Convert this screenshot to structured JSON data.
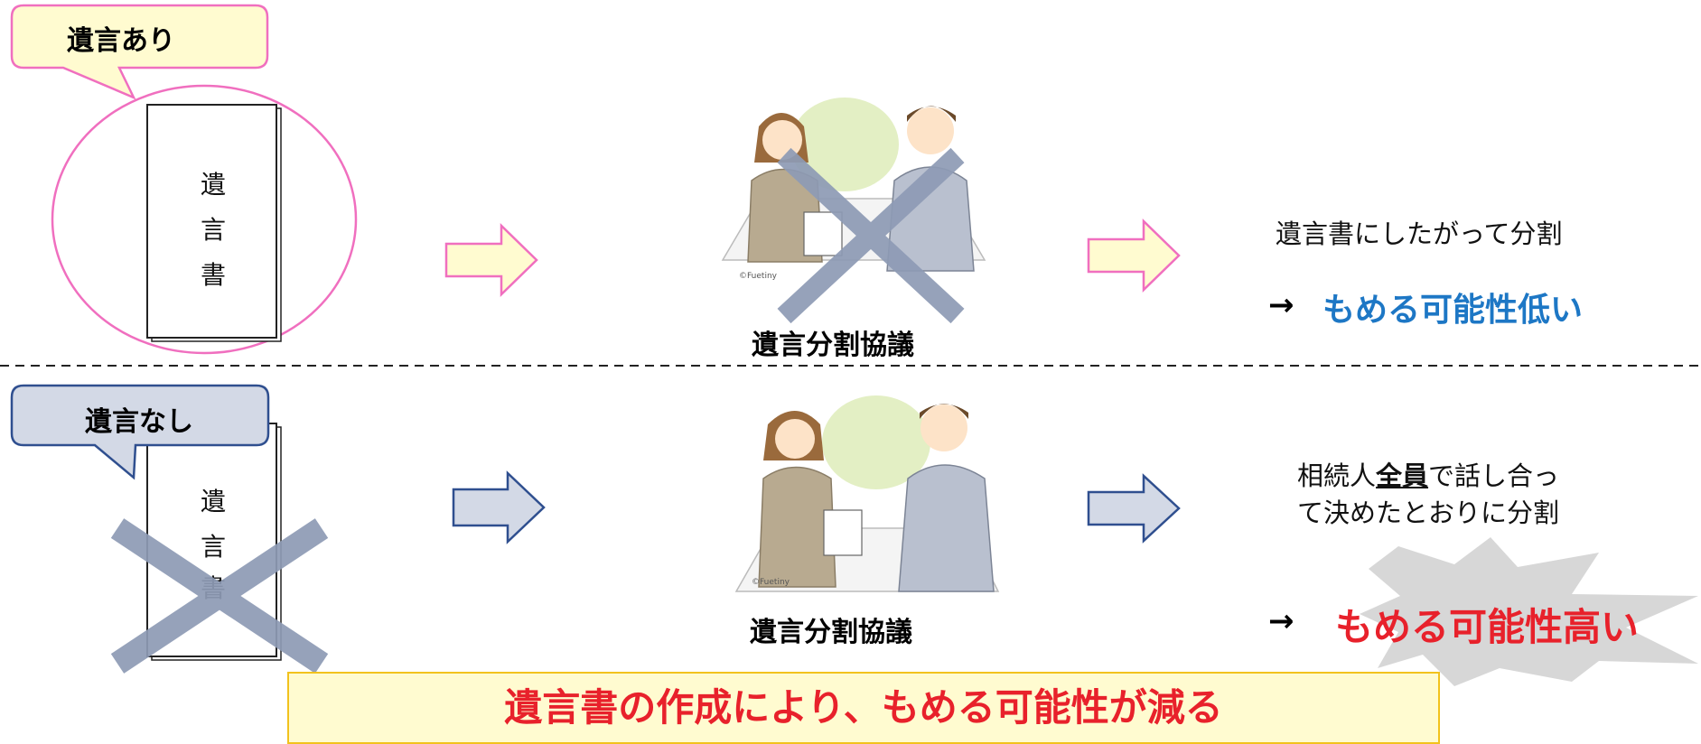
{
  "colors": {
    "pink": "#f06fbf",
    "yellow_fill": "#fffbd0",
    "navy": "#2f4f8f",
    "slate_fill": "#d3d9e6",
    "blue_text": "#1d77c5",
    "red_text": "#e8212b",
    "cross": "#8e9bb5",
    "banner_border": "#f2c21d"
  },
  "top_row": {
    "bubble_label": "遺言あり",
    "document_chars": [
      "遺",
      "言",
      "書"
    ],
    "meeting_label": "遺言分割協議",
    "result_line": "遺言書にしたがって分割",
    "arrow_symbol": "→",
    "outcome": "もめる可能性低い"
  },
  "bottom_row": {
    "bubble_label": "遺言なし",
    "document_chars": [
      "遺",
      "言",
      "書"
    ],
    "meeting_label": "遺言分割協議",
    "result_line1_pre": "相続人",
    "result_line1_emph": "全員",
    "result_line1_post": "で話し合っ",
    "result_line2": "て決めたとおりに分割",
    "arrow_symbol": "→",
    "outcome": "もめる可能性高い"
  },
  "banner": {
    "text": "遺言書の作成により、もめる可能性が減る"
  }
}
